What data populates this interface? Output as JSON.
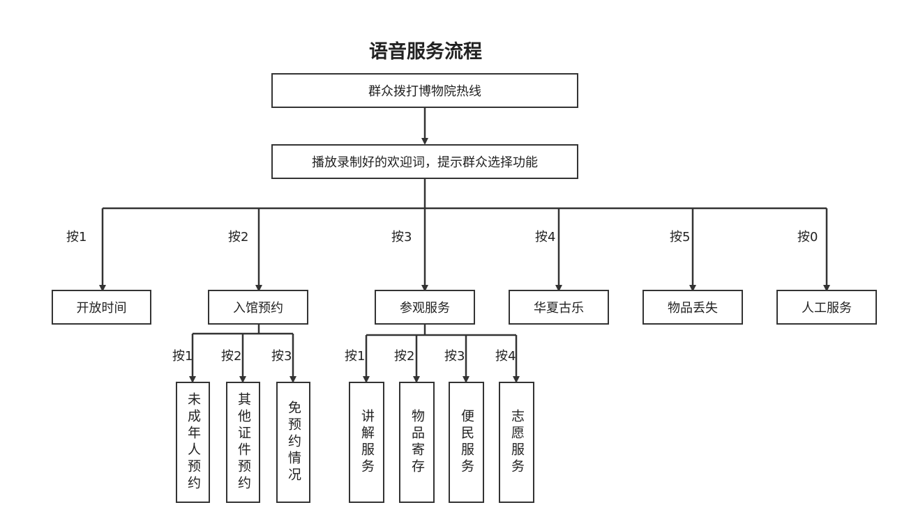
{
  "title": "语音服务流程",
  "top": "群众拨打博物院热线",
  "welcome": "播放录制好的欢迎词，提示群众选择功能",
  "menu": [
    {
      "key": "按1",
      "name": "开放时间"
    },
    {
      "key": "按2",
      "name": "入馆预约"
    },
    {
      "key": "按3",
      "name": "参观服务"
    },
    {
      "key": "按4",
      "name": "华夏古乐"
    },
    {
      "key": "按5",
      "name": "物品丢失"
    },
    {
      "key": "按0",
      "name": "人工服务"
    }
  ],
  "reservation": [
    {
      "key": "按1",
      "name": "未成年人预约"
    },
    {
      "key": "按2",
      "name": "其他证件预约"
    },
    {
      "key": "按3",
      "name": "免预约情况"
    }
  ],
  "visit": [
    {
      "key": "按1",
      "name": "讲解服务"
    },
    {
      "key": "按2",
      "name": "物品寄存"
    },
    {
      "key": "按3",
      "name": "便民服务"
    },
    {
      "key": "按4",
      "name": "志愿服务"
    }
  ]
}
